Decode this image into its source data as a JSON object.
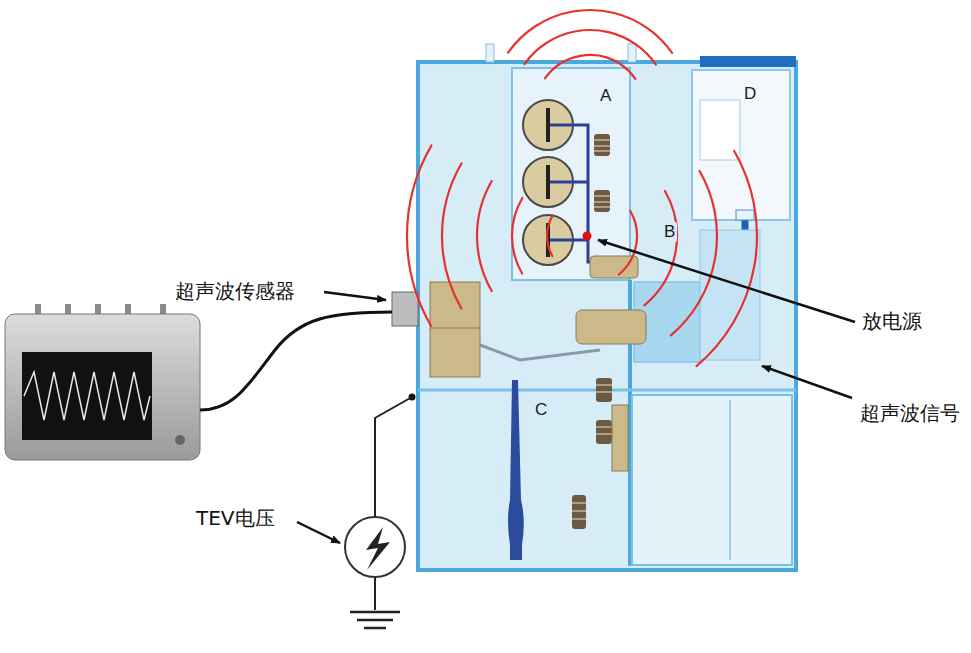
{
  "diagram": {
    "labels": [
      "A",
      "D",
      "B",
      "超声波传感器",
      "放电源",
      "超声波信号",
      "C",
      "TEV电压"
    ]
  }
}
